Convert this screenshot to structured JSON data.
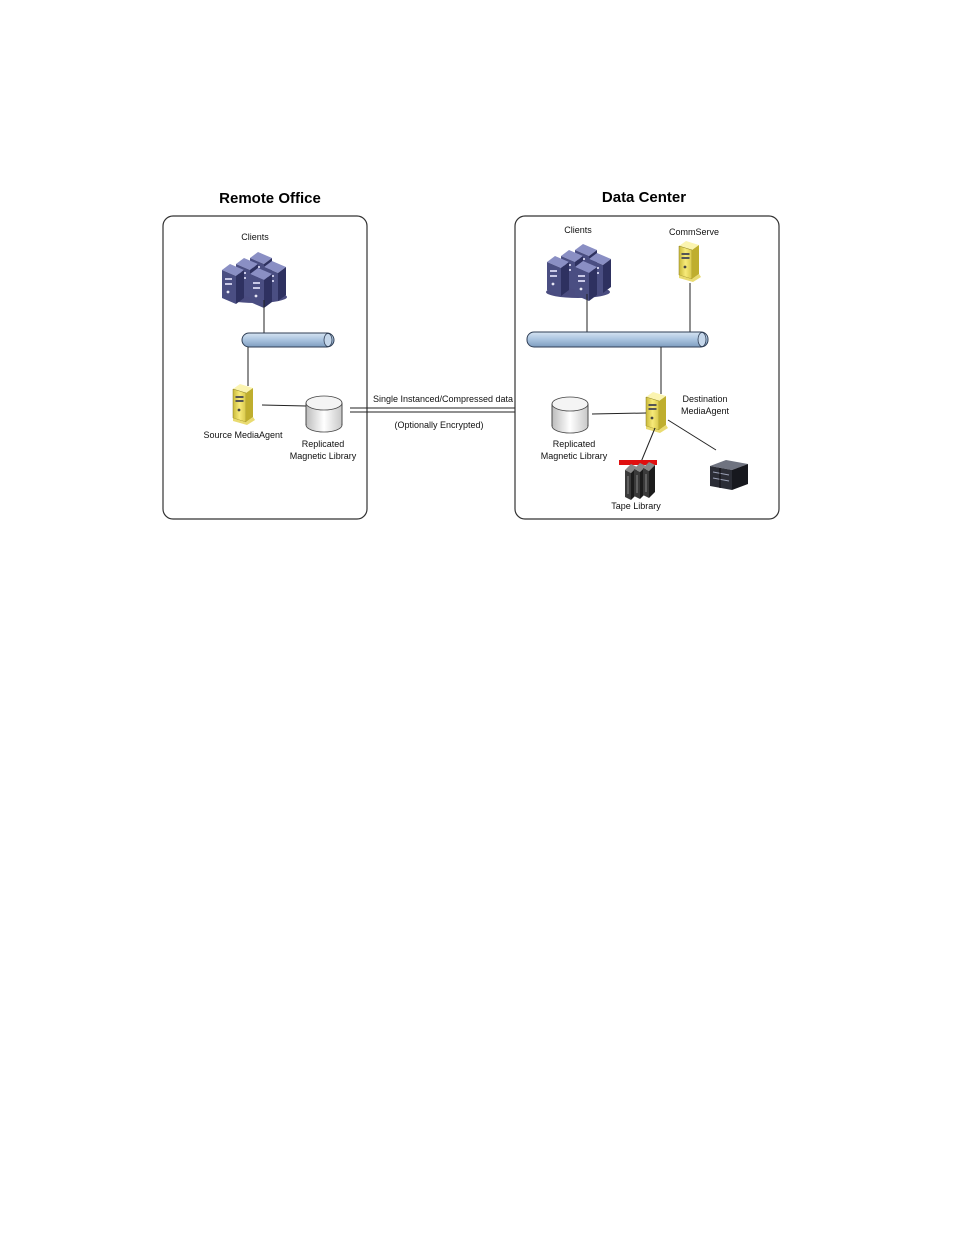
{
  "remote_office": {
    "title": "Remote Office",
    "clients_label": "Clients",
    "source_media_agent_label": "Source MediaAgent",
    "replicated_library_line1": "Replicated",
    "replicated_library_line2": "Magnetic Library"
  },
  "transfer": {
    "line1": "Single Instanced/Compressed data",
    "line2": "(Optionally Encrypted)"
  },
  "data_center": {
    "title": "Data Center",
    "clients_label": "Clients",
    "commserve_label": "CommServe",
    "destination_media_agent_line1": "Destination",
    "destination_media_agent_line2": "MediaAgent",
    "replicated_library_line1": "Replicated",
    "replicated_library_line2": "Magnetic Library",
    "tape_library_label": "Tape Library"
  },
  "icons": {
    "client_server": "server-cluster-icon",
    "media_agent": "yellow-server-icon",
    "disk": "disk-library-icon",
    "tape": "tape-library-icon",
    "storage": "storage-array-icon"
  },
  "colors": {
    "server_blue": "#5a5f95",
    "server_yellow": "#f2e36a",
    "bus_blue": "#a9c3df",
    "tape_red": "#e01010"
  }
}
